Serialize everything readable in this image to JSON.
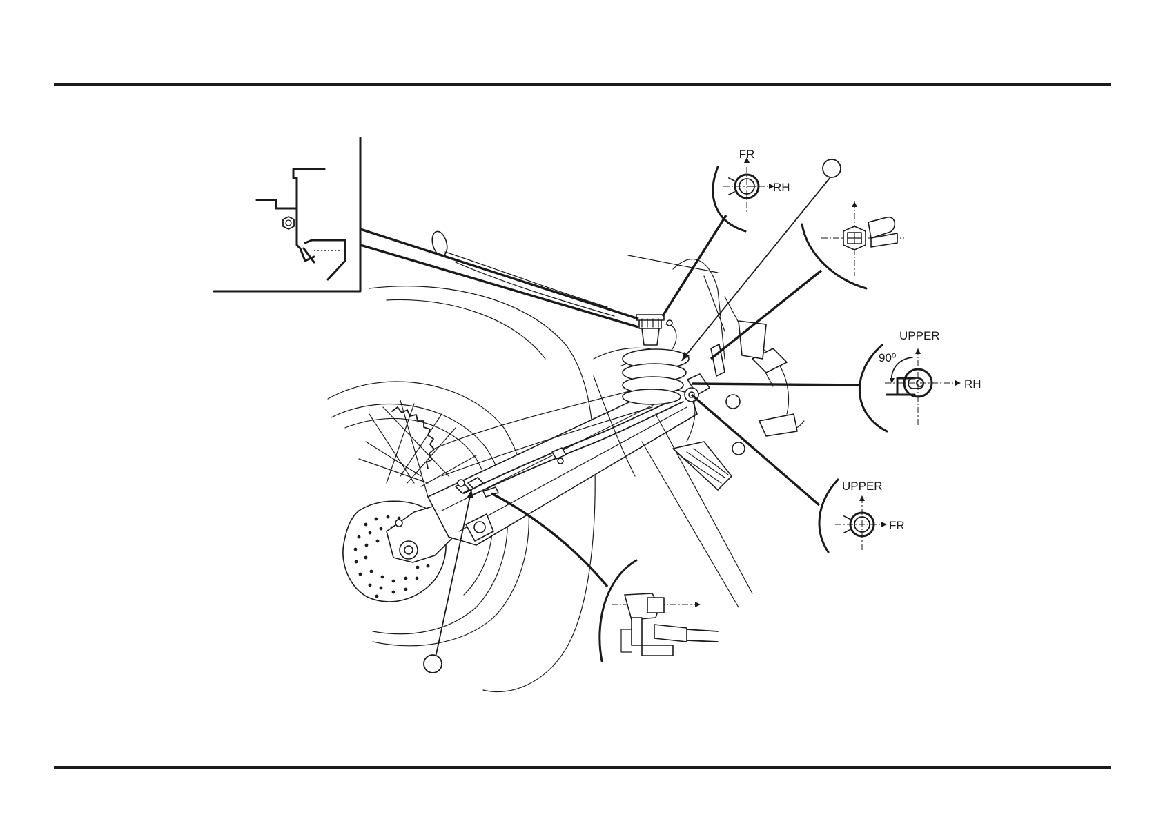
{
  "figure": {
    "labels": {
      "fr_top": "FR",
      "rh_top": "RH",
      "upper_mid": "UPPER",
      "angle": "90º",
      "rh_mid": "RH",
      "upper_low": "UPPER",
      "fr_low": "FR"
    },
    "callouts": {
      "count": 2,
      "markers": [
        "",
        ""
      ]
    }
  }
}
